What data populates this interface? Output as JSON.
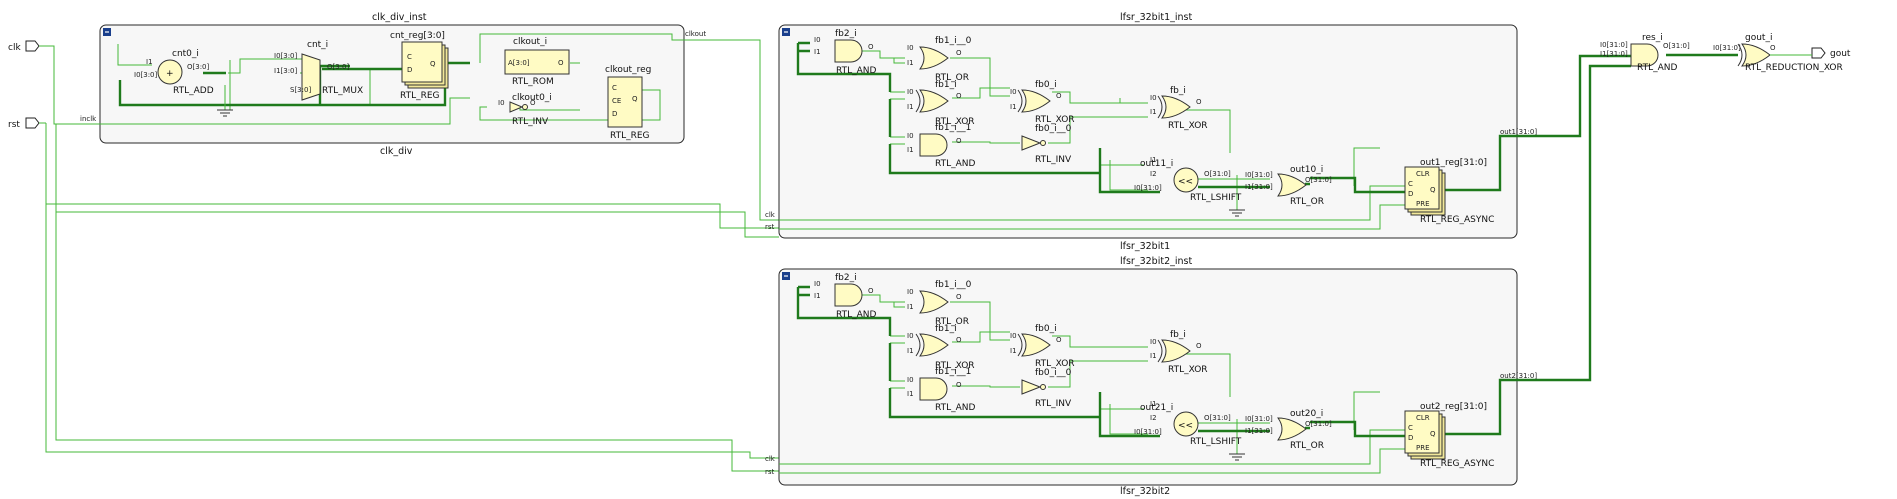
{
  "ports": {
    "clk": "clk",
    "rst": "rst",
    "gout": "gout"
  },
  "clk_div": {
    "inst_name": "clk_div_inst",
    "module_name": "clk_div",
    "net_inclk": "inclk",
    "net_clkout": "clkout",
    "cnt0": {
      "name": "cnt0_i",
      "type": "RTL_ADD",
      "pin_i1": "I1",
      "pin_i0": "I0[3:0]",
      "pin_o": "O[3:0]"
    },
    "cnt": {
      "name": "cnt_i",
      "type": "RTL_MUX",
      "pin_i0": "I0[3:0]",
      "pin_i1": "I1[3:0]",
      "pin_s": "S[3:0]",
      "pin_o": "O[3:0]"
    },
    "cnt_reg": {
      "name": "cnt_reg[3:0]",
      "type": "RTL_REG",
      "pin_c": "C",
      "pin_d": "D",
      "pin_q": "Q"
    },
    "clkout": {
      "name": "clkout_i",
      "type": "RTL_ROM",
      "pin_a": "A[3:0]",
      "pin_o": "O"
    },
    "clkout0": {
      "name": "clkout0_i",
      "type": "RTL_INV",
      "pin_i0": "I0",
      "pin_o": "O"
    },
    "clkout_reg": {
      "name": "clkout_reg",
      "type": "RTL_REG",
      "pin_c": "C",
      "pin_ce": "CE",
      "pin_d": "D",
      "pin_q": "Q"
    }
  },
  "lfsr1": {
    "inst_name": "lfsr_32bit1_inst",
    "module_name": "lfsr_32bit1",
    "net_clk": "clk",
    "net_rst": "rst",
    "net_out": "out1[31:0]",
    "fb2": {
      "name": "fb2_i",
      "type": "RTL_AND"
    },
    "fb1a": {
      "name": "fb1_i__0",
      "type": "RTL_OR"
    },
    "fb1b": {
      "name": "fb1_i",
      "type": "RTL_XOR"
    },
    "fb1c": {
      "name": "fb1_i__1",
      "type": "RTL_AND"
    },
    "fb0a": {
      "name": "fb0_i",
      "type": "RTL_XOR"
    },
    "fb0b": {
      "name": "fb0_i__0",
      "type": "RTL_INV"
    },
    "fb": {
      "name": "fb_i",
      "type": "RTL_XOR"
    },
    "shift": {
      "name": "out11_i",
      "type": "RTL_LSHIFT",
      "sym": "<<",
      "pin_i1": "I1",
      "pin_i2": "I2",
      "pin_i0": "I0[31:0]",
      "pin_o": "O[31:0]"
    },
    "or": {
      "name": "out10_i",
      "type": "RTL_OR",
      "pin_i0": "I0[31:0]",
      "pin_i1": "I1[31:0]",
      "pin_o": "O[31:0]"
    },
    "reg": {
      "name": "out1_reg[31:0]",
      "type": "RTL_REG_ASYNC",
      "pin_clr": "CLR",
      "pin_c": "C",
      "pin_d": "D",
      "pin_pre": "PRE",
      "pin_q": "Q"
    }
  },
  "lfsr2": {
    "inst_name": "lfsr_32bit2_inst",
    "module_name": "lfsr_32bit2",
    "net_clk": "clk",
    "net_rst": "rst",
    "net_out": "out2[31:0]",
    "fb2": {
      "name": "fb2_i",
      "type": "RTL_AND"
    },
    "fb1a": {
      "name": "fb1_i__0",
      "type": "RTL_OR"
    },
    "fb1b": {
      "name": "fb1_i",
      "type": "RTL_XOR"
    },
    "fb1c": {
      "name": "fb1_i__1",
      "type": "RTL_AND"
    },
    "fb0a": {
      "name": "fb0_i",
      "type": "RTL_XOR"
    },
    "fb0b": {
      "name": "fb0_i__0",
      "type": "RTL_INV"
    },
    "fb": {
      "name": "fb_i",
      "type": "RTL_XOR"
    },
    "shift": {
      "name": "out21_i",
      "type": "RTL_LSHIFT",
      "sym": "<<",
      "pin_i1": "I1",
      "pin_i2": "I2",
      "pin_i0": "I0[31:0]",
      "pin_o": "O[31:0]"
    },
    "or": {
      "name": "out20_i",
      "type": "RTL_OR",
      "pin_i0": "I0[31:0]",
      "pin_i1": "I1[31:0]",
      "pin_o": "O[31:0]"
    },
    "reg": {
      "name": "out2_reg[31:0]",
      "type": "RTL_REG_ASYNC",
      "pin_clr": "CLR",
      "pin_c": "C",
      "pin_d": "D",
      "pin_pre": "PRE",
      "pin_q": "Q"
    }
  },
  "gate_pins": {
    "i0": "I0",
    "i1": "I1",
    "o": "O"
  },
  "res": {
    "name": "res_i",
    "type": "RTL_AND",
    "pin_i0": "I0[31:0]",
    "pin_i1": "I1[31:0]",
    "pin_o": "O[31:0]"
  },
  "gout_cell": {
    "name": "gout_i",
    "type": "RTL_REDUCTION_XOR",
    "pin_i0": "I0[31:0]",
    "pin_o": "O"
  },
  "colors": {
    "wire": "#45b83a",
    "bus": "#1f7a1c",
    "cell_fill": "#fffbc4",
    "box_fill": "#f7f7f7",
    "collapse": "#1a3f8c"
  }
}
